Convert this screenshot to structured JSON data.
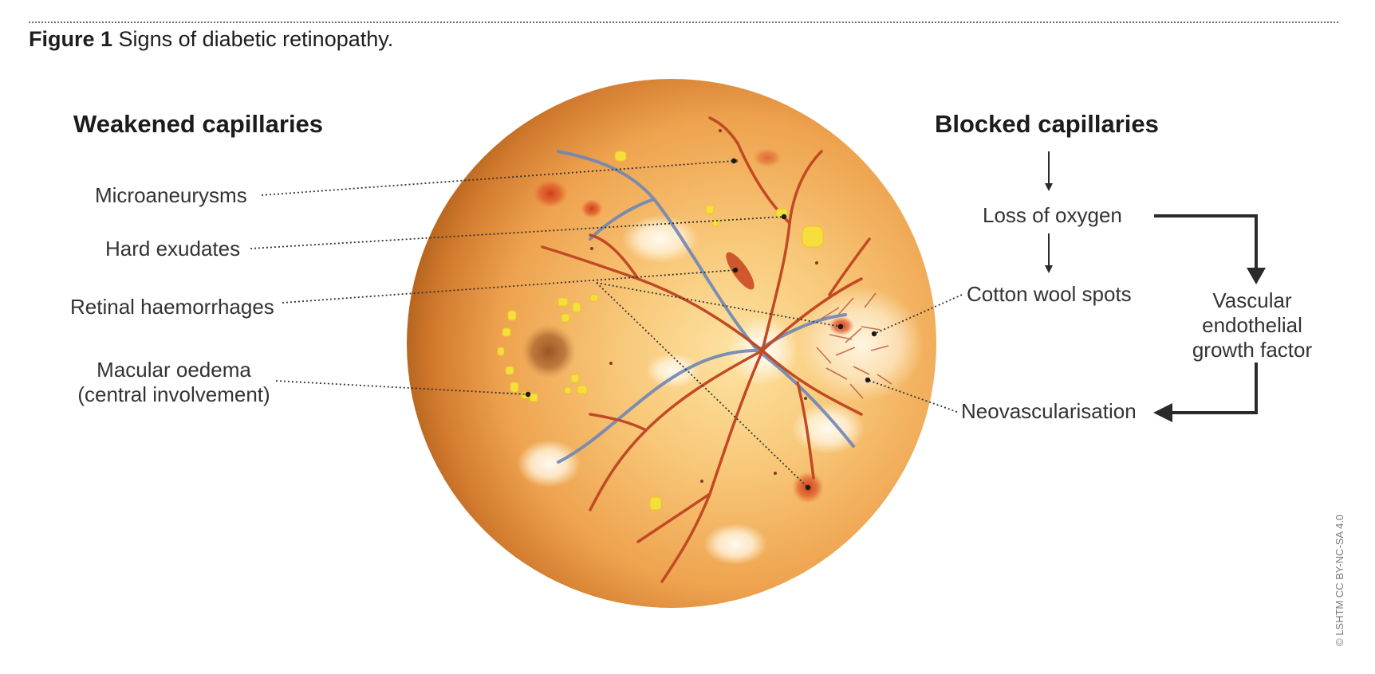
{
  "figure": {
    "label": "Figure 1",
    "caption": "Signs of diabetic retinopathy."
  },
  "left_column": {
    "heading": "Weakened capillaries",
    "labels": {
      "microaneurysms": "Microaneurysms",
      "hard_exudates": "Hard exudates",
      "retinal_haemorrhages": "Retinal haemorrhages",
      "macular_oedema_line1": "Macular oedema",
      "macular_oedema_line2": "(central involvement)"
    }
  },
  "right_column": {
    "heading": "Blocked capillaries",
    "labels": {
      "loss_of_oxygen": "Loss of oxygen",
      "cotton_wool_spots": "Cotton wool spots",
      "vegf_line1": "Vascular",
      "vegf_line2": "endothelial",
      "vegf_line3": "growth factor",
      "neovascularisation": "Neovascularisation"
    }
  },
  "credit": "© LSHTM CC BY-NC-SA 4.0",
  "colors": {
    "retina_light": "#fbd98a",
    "retina_mid": "#eea24e",
    "retina_edge": "#b8661f",
    "artery": "#c14a24",
    "vein": "#6f86b6",
    "exudate": "#f6df3d",
    "cotton_wool": "#fff4dc",
    "haemorrhage": "#d2431c",
    "macula": "#9c5526",
    "leader": "#333333",
    "arrow": "#2a2a2a"
  }
}
